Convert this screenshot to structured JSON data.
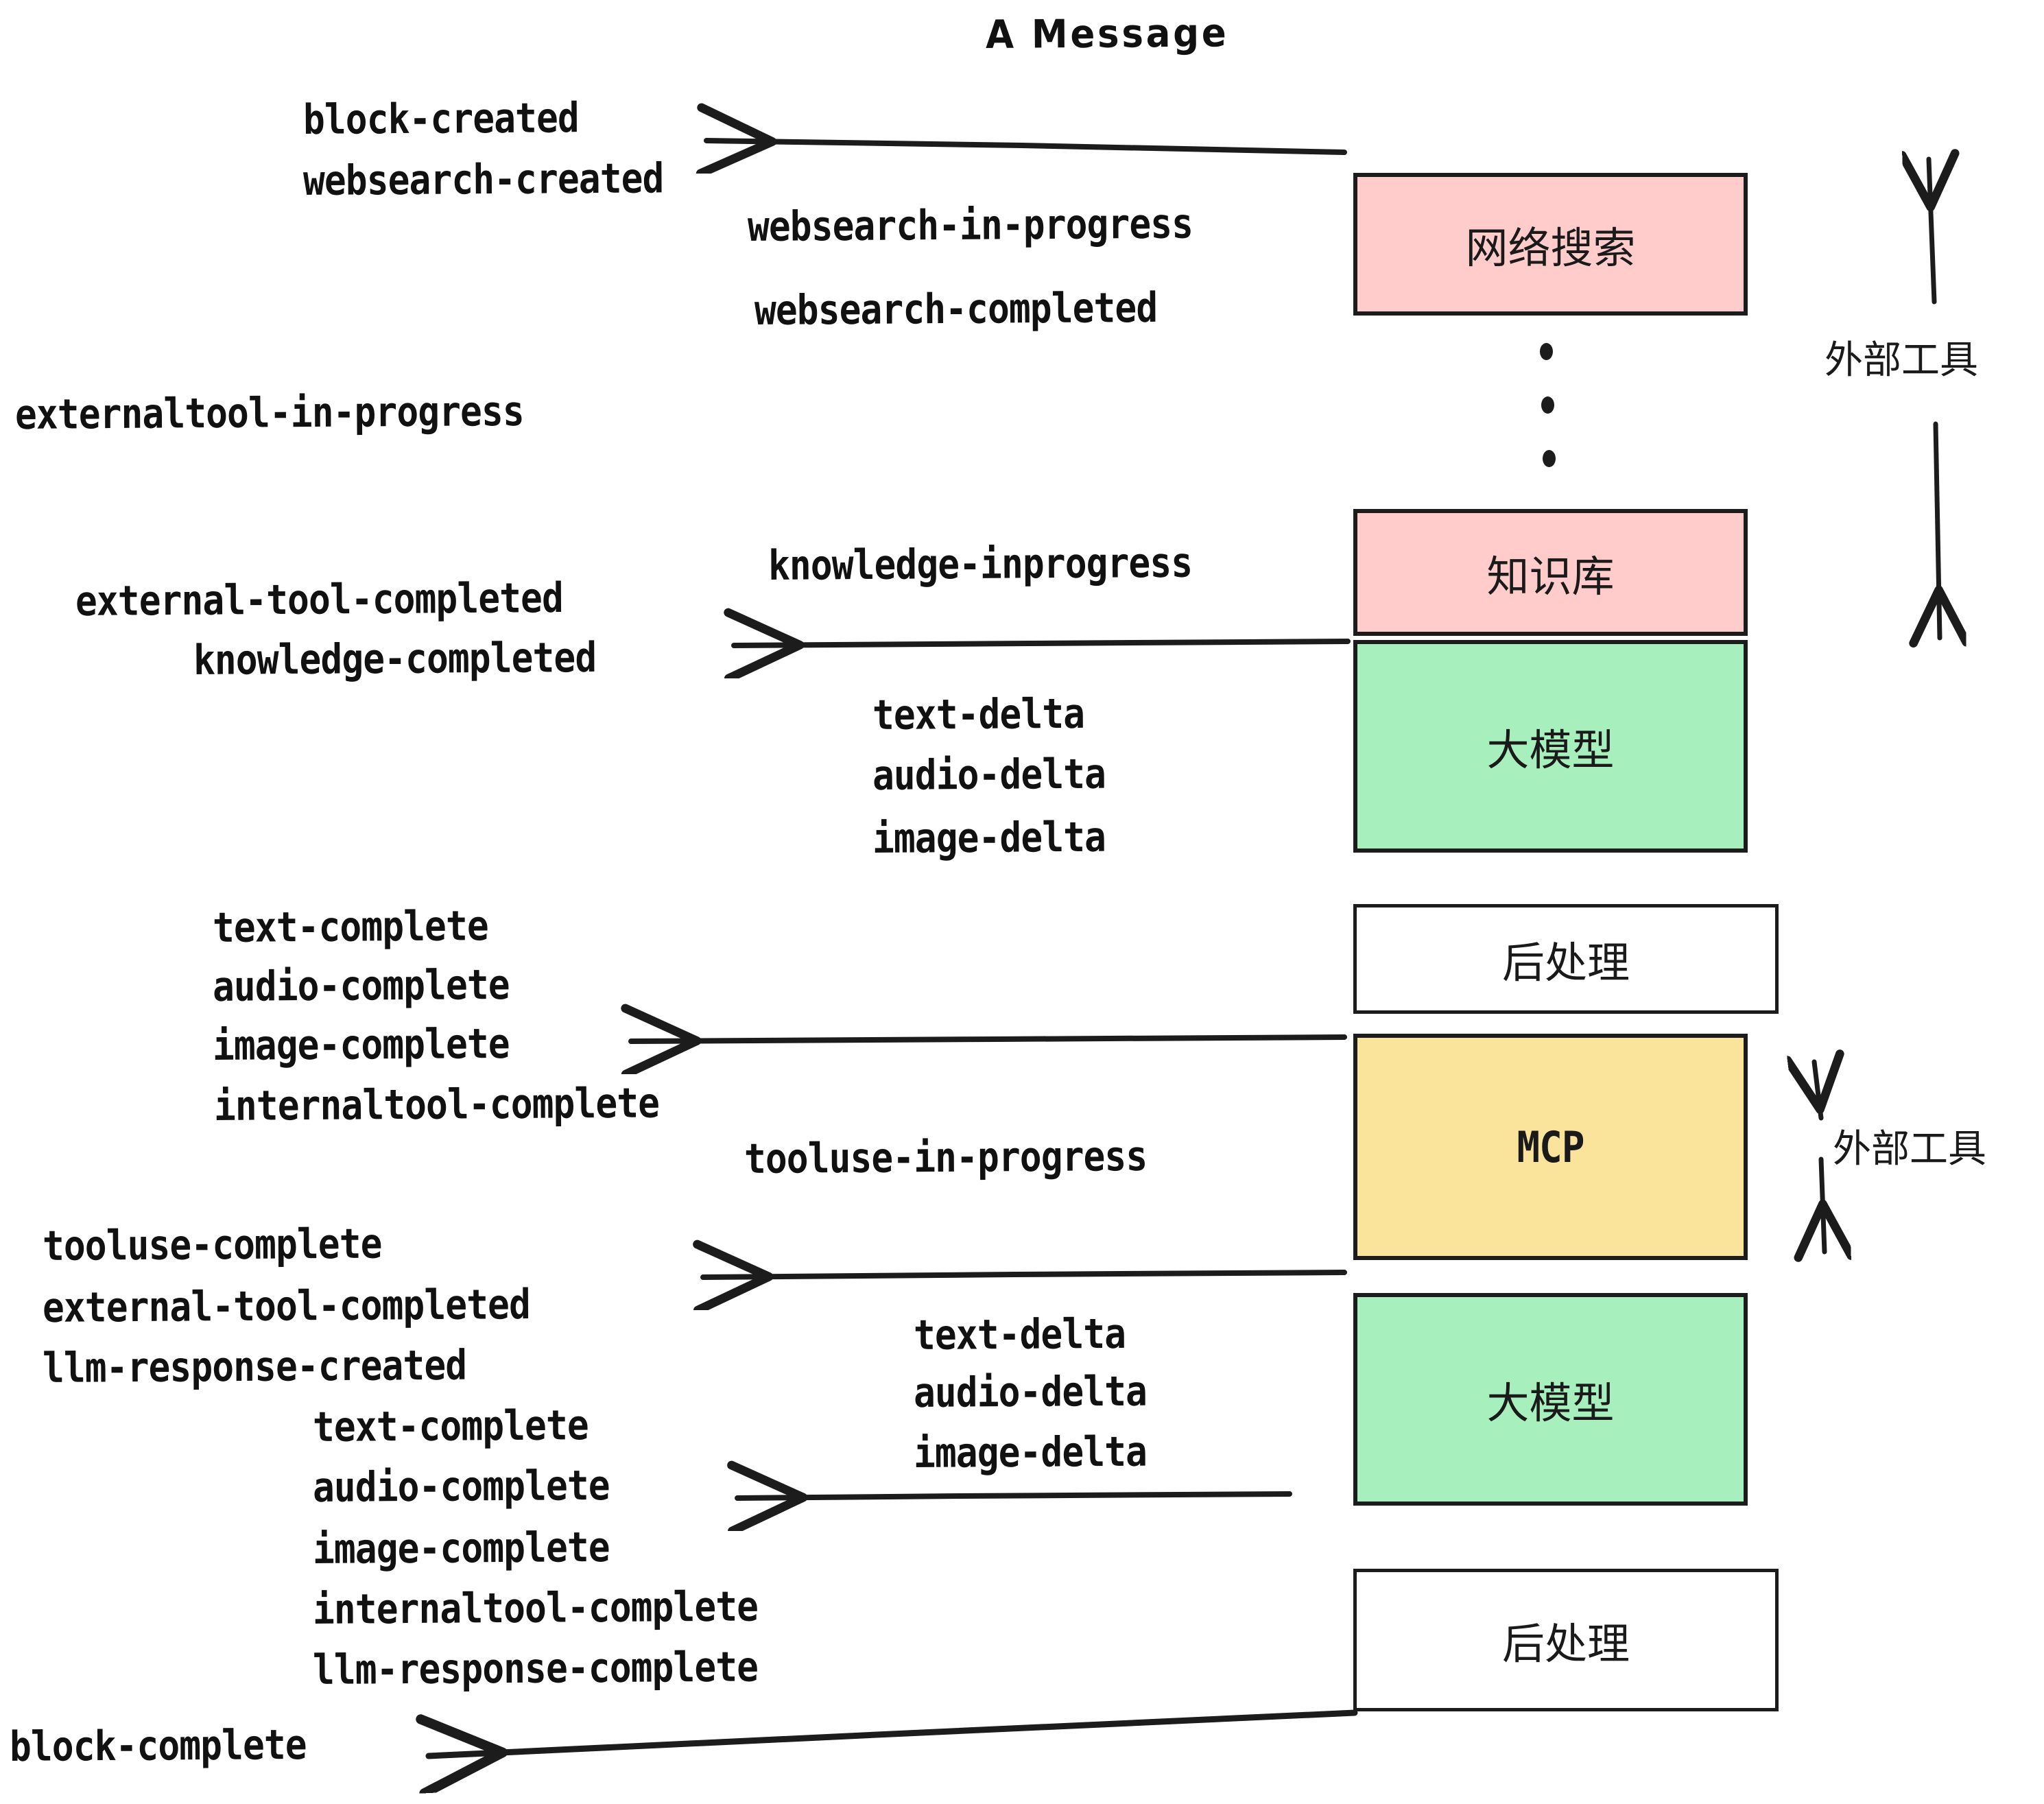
{
  "diagram": {
    "title": "A Message",
    "type": "flow-sequence",
    "colors": {
      "pink": "#FFCCCB",
      "green": "#A8EFBE",
      "yellow": "#FAE39B",
      "white": "#FFFFFF",
      "stroke": "#1C1C1C",
      "text": "#111111"
    },
    "nodes": [
      {
        "id": "websearch",
        "label": "网络搜索",
        "fill": "#FFCCCB",
        "mono": false
      },
      {
        "id": "knowledge",
        "label": "知识库",
        "fill": "#FFCCCB",
        "mono": false
      },
      {
        "id": "llm-1",
        "label": "大模型",
        "fill": "#A8EFBE",
        "mono": false
      },
      {
        "id": "postproc-1",
        "label": "后处理",
        "fill": "#FFFFFF",
        "mono": false
      },
      {
        "id": "mcp",
        "label": "MCP",
        "fill": "#FAE39B",
        "mono": true
      },
      {
        "id": "llm-2",
        "label": "大模型",
        "fill": "#A8EFBE",
        "mono": false
      },
      {
        "id": "postproc-2",
        "label": "后处理",
        "fill": "#FFFFFF",
        "mono": false
      }
    ],
    "side_brackets": [
      {
        "id": "external-tools-top",
        "label": "外部工具"
      },
      {
        "id": "external-tools-bottom",
        "label": "外部工具"
      }
    ],
    "ellipsis_note": "vertical ellipsis between 网络搜索 and 知识库 indicating more external tools",
    "events": [
      {
        "id": "e01",
        "text": "block-created"
      },
      {
        "id": "e02",
        "text": "websearch-created"
      },
      {
        "id": "e03",
        "text": "websearch-in-progress"
      },
      {
        "id": "e04",
        "text": "websearch-completed"
      },
      {
        "id": "e05",
        "text": "externaltool-in-progress"
      },
      {
        "id": "e06",
        "text": "knowledge-inprogress"
      },
      {
        "id": "e07",
        "text": "external-tool-completed"
      },
      {
        "id": "e08",
        "text": "knowledge-completed"
      },
      {
        "id": "e09",
        "text": "text-delta"
      },
      {
        "id": "e10",
        "text": "audio-delta"
      },
      {
        "id": "e11",
        "text": "image-delta"
      },
      {
        "id": "e12",
        "text": "text-complete"
      },
      {
        "id": "e13",
        "text": "audio-complete"
      },
      {
        "id": "e14",
        "text": "image-complete"
      },
      {
        "id": "e15",
        "text": "internaltool-complete"
      },
      {
        "id": "e16",
        "text": "tooluse-in-progress"
      },
      {
        "id": "e17",
        "text": "tooluse-complete"
      },
      {
        "id": "e18",
        "text": "external-tool-completed"
      },
      {
        "id": "e19",
        "text": "llm-response-created"
      },
      {
        "id": "e20",
        "text": "text-delta"
      },
      {
        "id": "e21",
        "text": "audio-delta"
      },
      {
        "id": "e22",
        "text": "image-delta"
      },
      {
        "id": "e23",
        "text": "text-complete"
      },
      {
        "id": "e24",
        "text": "audio-complete"
      },
      {
        "id": "e25",
        "text": "image-complete"
      },
      {
        "id": "e26",
        "text": "internaltool-complete"
      },
      {
        "id": "e27",
        "text": "llm-response-complete"
      },
      {
        "id": "e28",
        "text": "block-complete"
      }
    ]
  }
}
